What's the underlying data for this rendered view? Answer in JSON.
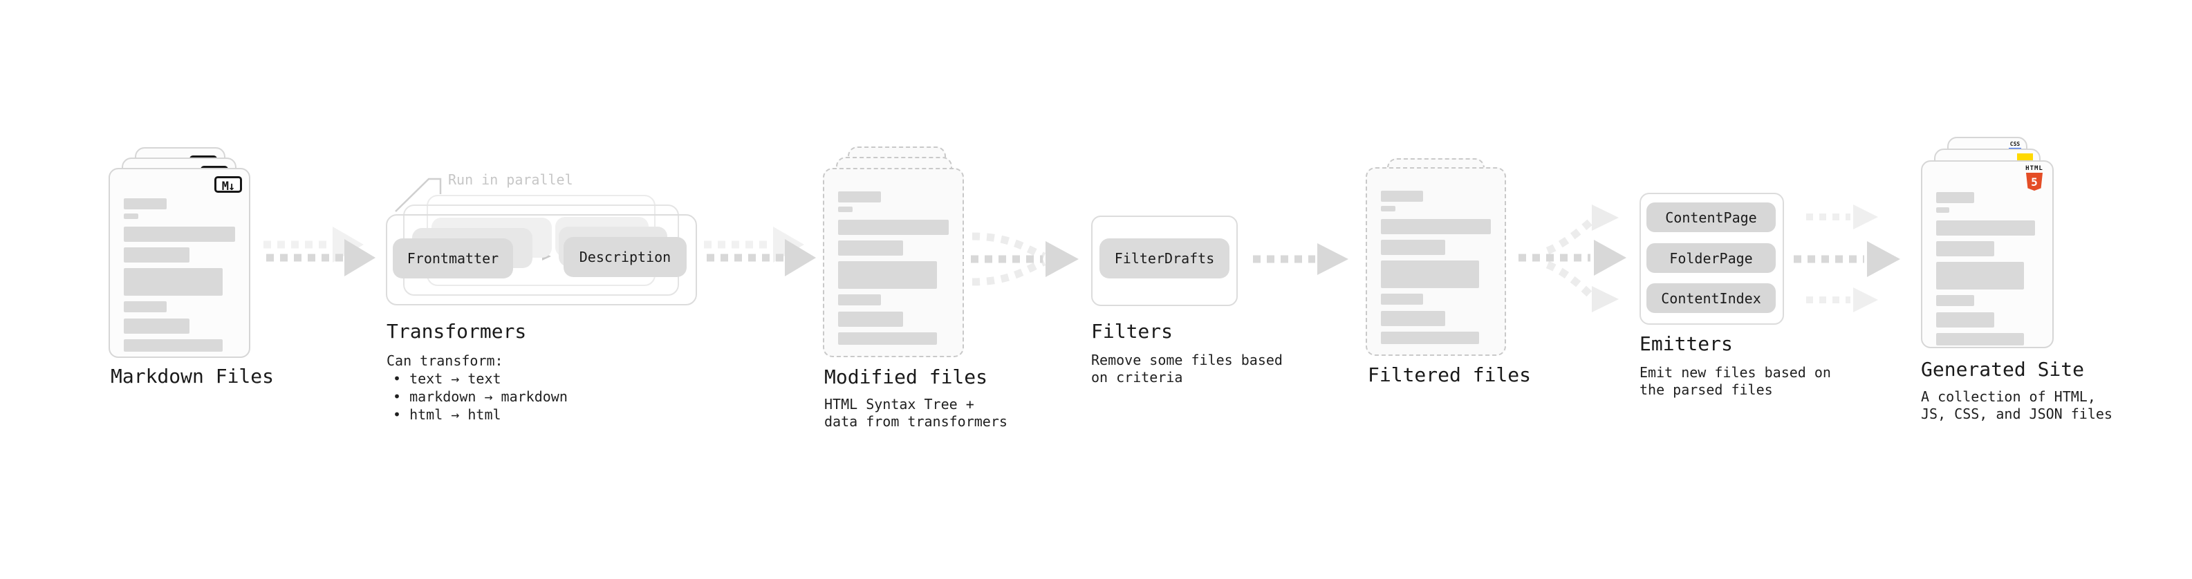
{
  "stages": {
    "markdown_files": {
      "label": "Markdown Files",
      "badge": "M↓"
    },
    "transformers": {
      "label": "Transformers",
      "note": "Run in parallel",
      "pill_from": "Frontmatter",
      "pill_to": "Description",
      "sublabel": "Can transform:",
      "bullets": [
        "• text → text",
        "• markdown → markdown",
        "• html → html"
      ]
    },
    "modified_files": {
      "label": "Modified files",
      "sublabel": "HTML Syntax Tree +\ndata from transformers"
    },
    "filters": {
      "label": "Filters",
      "pill": "FilterDrafts",
      "sublabel": "Remove some files based\non criteria"
    },
    "filtered_files": {
      "label": "Filtered files"
    },
    "emitters": {
      "label": "Emitters",
      "pills": [
        "ContentPage",
        "FolderPage",
        "ContentIndex"
      ],
      "sublabel": "Emit new files based on\nthe parsed files"
    },
    "generated_site": {
      "label": "Generated Site",
      "sublabel": "A collection of HTML,\nJS, CSS, and JSON files",
      "badges": {
        "css": "CSS",
        "html_word": "HTML",
        "html_number": "5"
      }
    }
  },
  "colors": {
    "html5_orange": "#e44d26",
    "js_yellow": "#ffd900",
    "css_blue": "#2760f0",
    "placeholder_bar_gray": "#d9d9d9",
    "arrow_dark": "#d8d8d8",
    "arrow_light": "#efefef"
  }
}
